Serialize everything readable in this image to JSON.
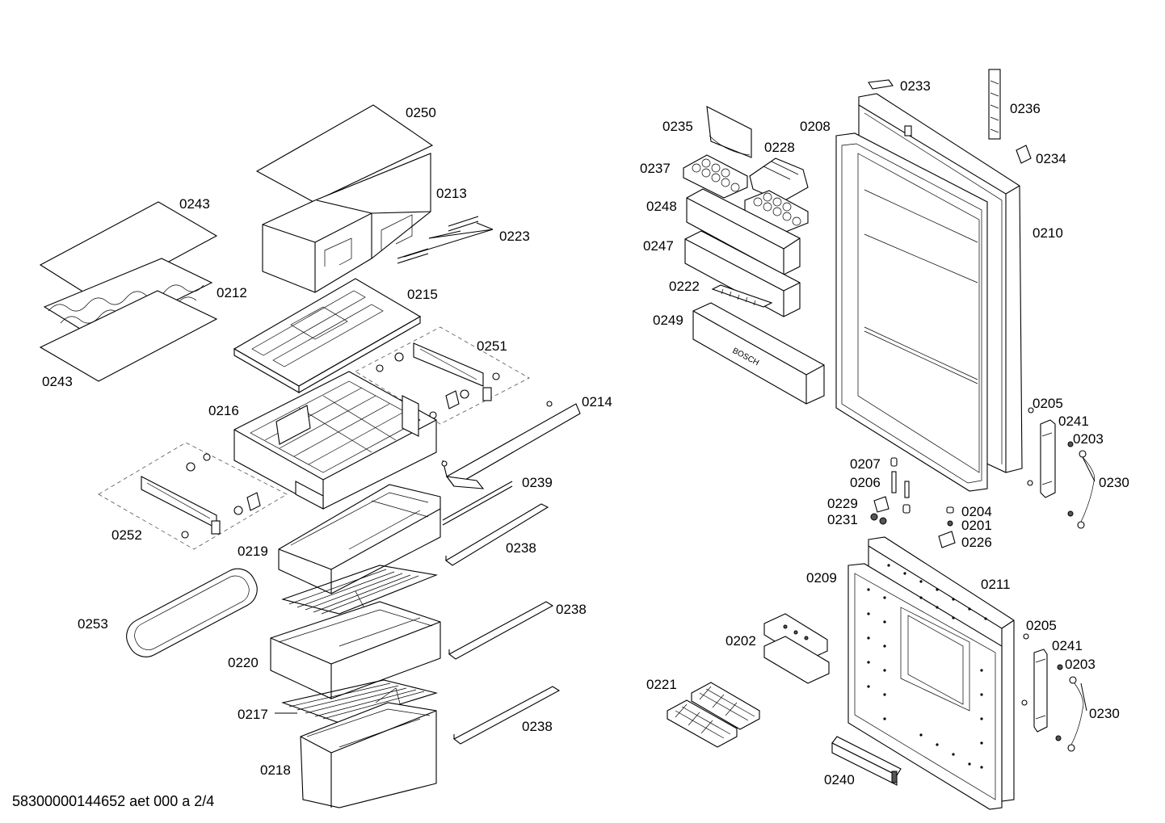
{
  "diagram": {
    "footer": "58300000144652 aet 000 a 2/4",
    "labels": {
      "p0250": "0250",
      "p0213": "0213",
      "p0223": "0223",
      "p0243a": "0243",
      "p0212": "0212",
      "p0243b": "0243",
      "p0215": "0215",
      "p0251": "0251",
      "p0216": "0216",
      "p0214": "0214",
      "p0239": "0239",
      "p0252": "0252",
      "p0219": "0219",
      "p0238a": "0238",
      "p0253": "0253",
      "p0238b": "0238",
      "p0220": "0220",
      "p0217": "0217",
      "p0238c": "0238",
      "p0218": "0218",
      "p0233": "0233",
      "p0236": "0236",
      "p0235": "0235",
      "p0208": "0208",
      "p0228": "0228",
      "p0234": "0234",
      "p0237": "0237",
      "p0248": "0248",
      "p0210": "0210",
      "p0247": "0247",
      "p0222": "0222",
      "p0249": "0249",
      "p0205a": "0205",
      "p0241a": "0241",
      "p0203a": "0203",
      "p0207": "0207",
      "p0206": "0206",
      "p0230a": "0230",
      "p0229": "0229",
      "p0231": "0231",
      "p0204": "0204",
      "p0201": "0201",
      "p0226": "0226",
      "p0209": "0209",
      "p0211": "0211",
      "p0205b": "0205",
      "p0202": "0202",
      "p0241b": "0241",
      "p0203b": "0203",
      "p0221": "0221",
      "p0230b": "0230",
      "p0240": "0240"
    },
    "brand_mark": "BOSCH"
  }
}
